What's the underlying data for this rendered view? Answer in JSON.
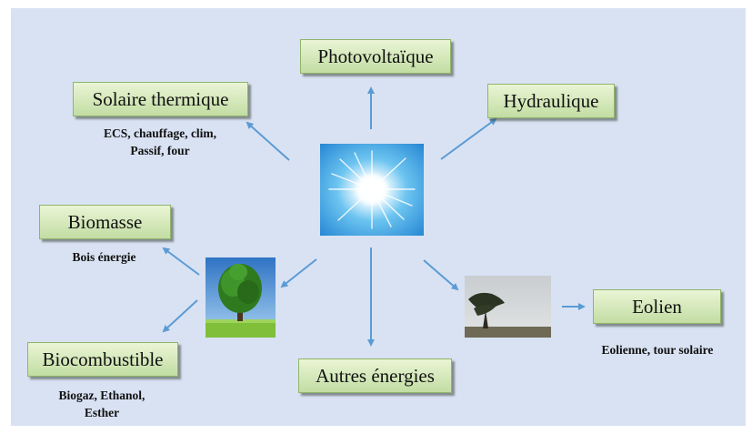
{
  "center": {
    "image": "sun-image"
  },
  "nodes": {
    "photovoltaique": {
      "label": "Photovoltaïque"
    },
    "solaire_thermique": {
      "label": "Solaire thermique",
      "note_lines": [
        "ECS, chauffage, clim,",
        "Passif, four"
      ]
    },
    "hydraulique": {
      "label": "Hydraulique"
    },
    "biomasse": {
      "label": "Biomasse",
      "note_lines": [
        "Bois énergie"
      ]
    },
    "biocombustible": {
      "label": "Biocombustible",
      "note_lines": [
        "Biogaz, Ethanol,",
        "Esther"
      ]
    },
    "autres_energies": {
      "label": "Autres énergies"
    },
    "eolien": {
      "label": "Eolien",
      "note_lines": [
        "Eolienne, tour solaire"
      ]
    }
  },
  "images": {
    "tree": "tree-image",
    "wind": "windswept-tree-image"
  },
  "colors": {
    "background": "#d9e2f3",
    "box_top": "#eaf5d5",
    "box_bottom": "#c2dda3",
    "arrow": "#5b9bd5"
  }
}
